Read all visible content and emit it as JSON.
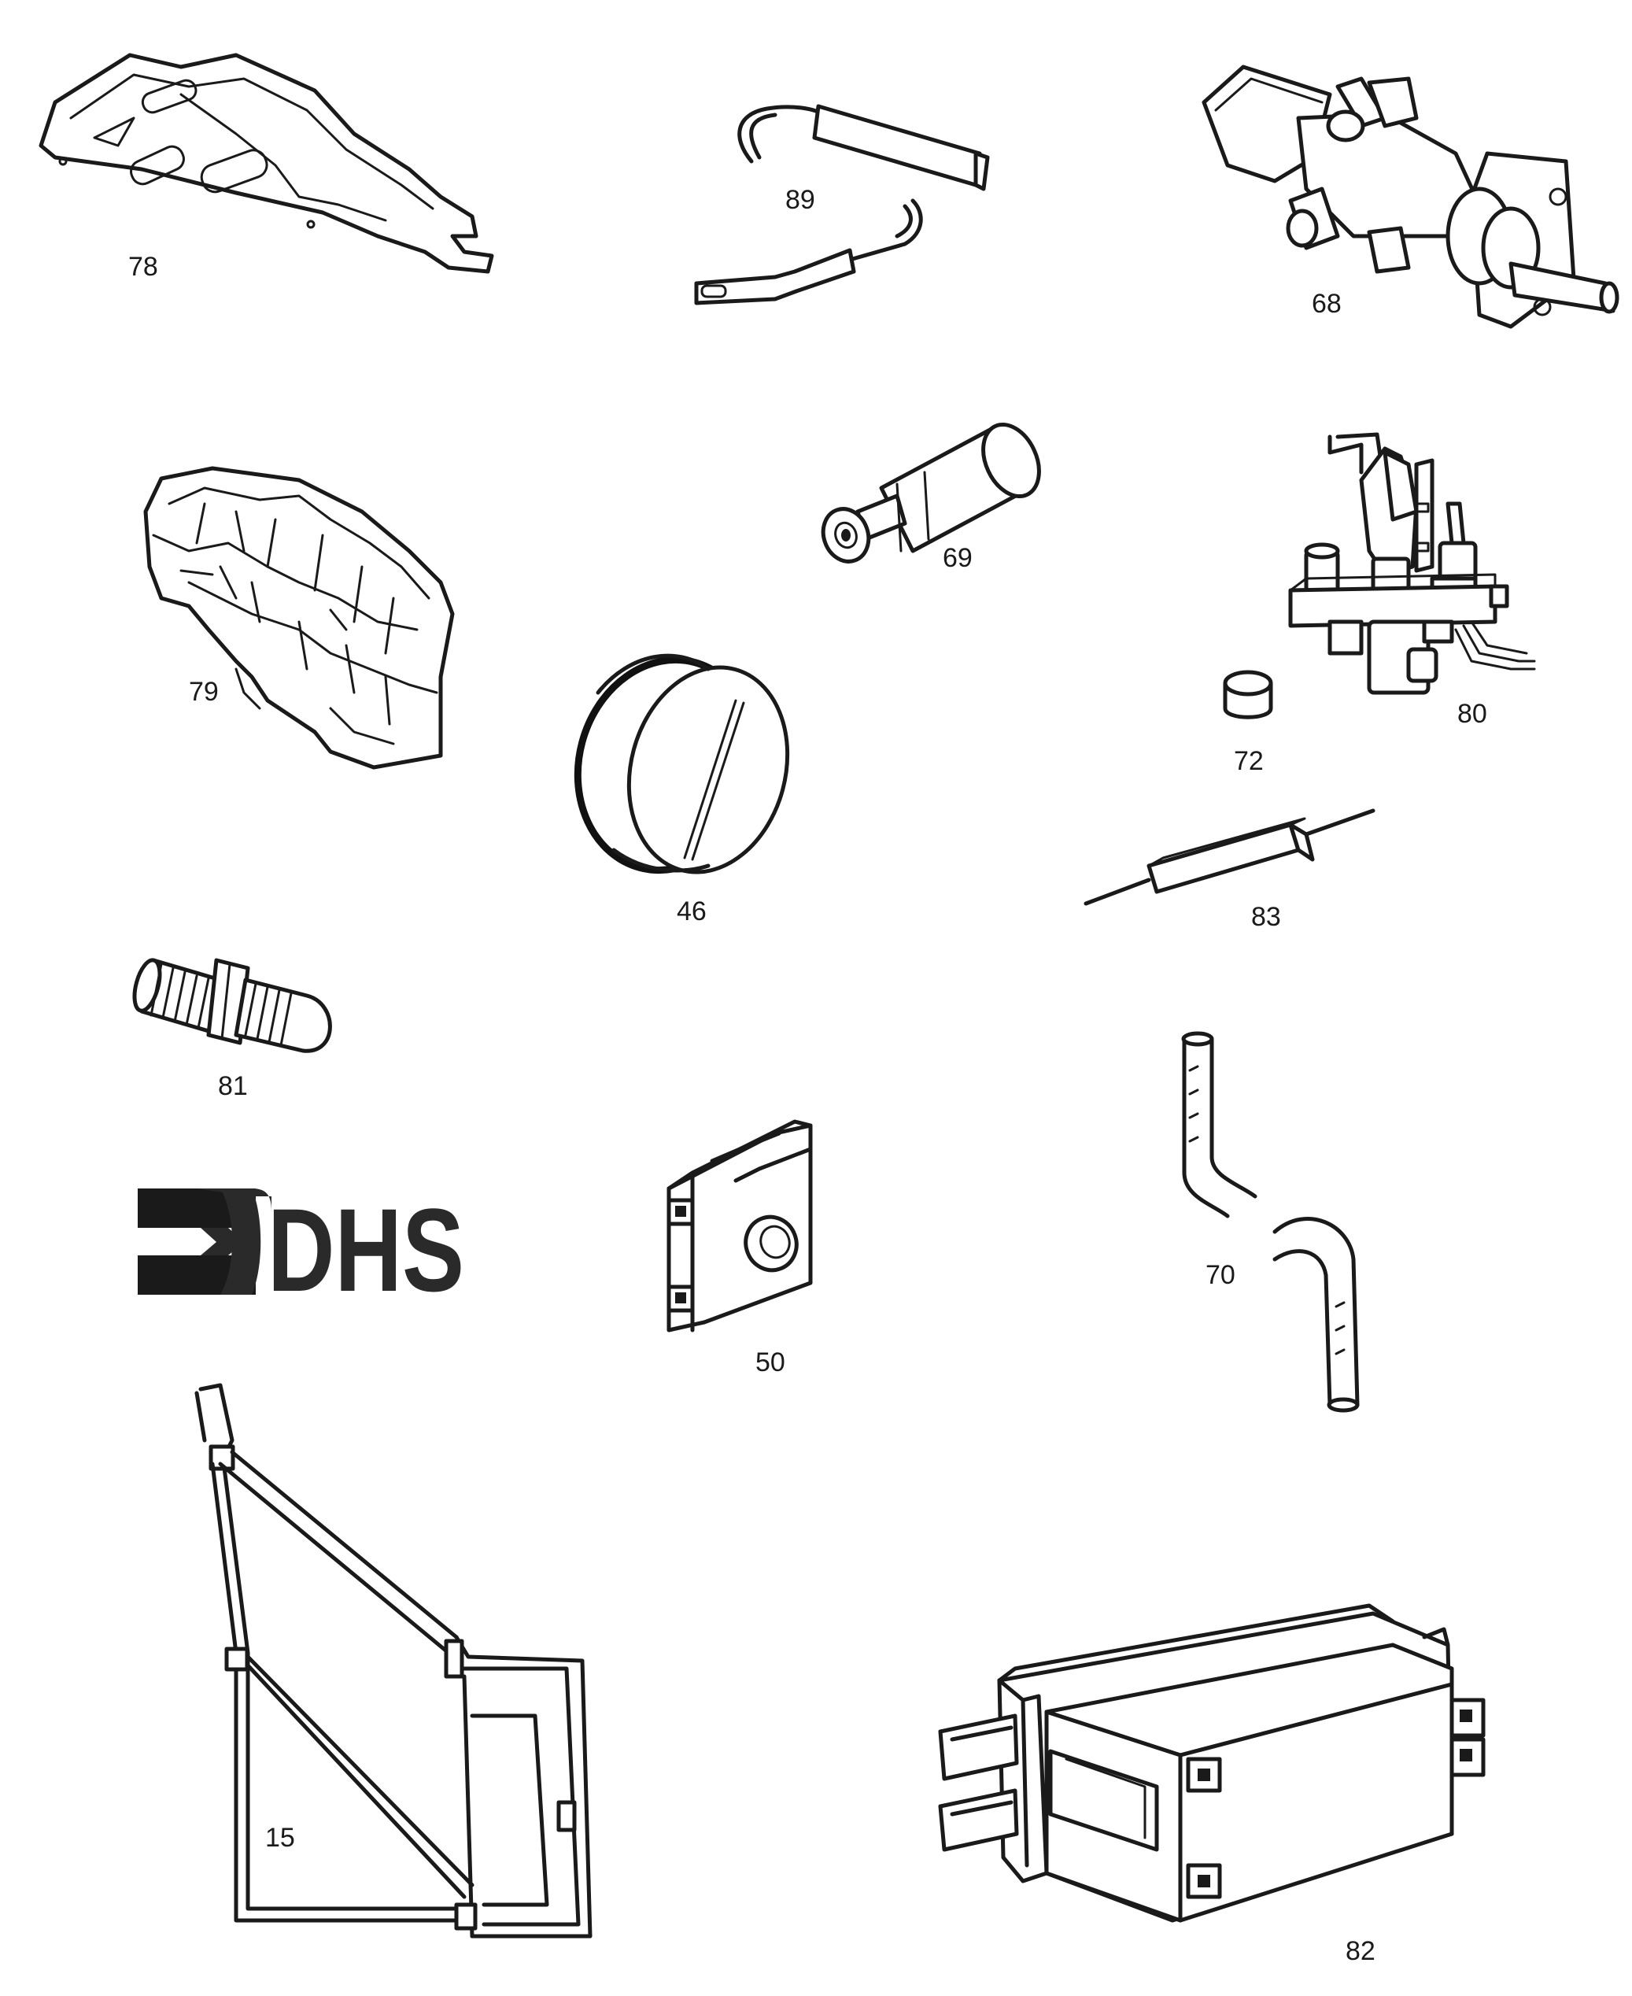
{
  "parts": [
    {
      "id": "part-78",
      "label": "78"
    },
    {
      "id": "part-89",
      "label": "89"
    },
    {
      "id": "part-68",
      "label": "68"
    },
    {
      "id": "part-79",
      "label": "79"
    },
    {
      "id": "part-69",
      "label": "69"
    },
    {
      "id": "part-80",
      "label": "80"
    },
    {
      "id": "part-72",
      "label": "72"
    },
    {
      "id": "part-46",
      "label": "46"
    },
    {
      "id": "part-83",
      "label": "83"
    },
    {
      "id": "part-81",
      "label": "81"
    },
    {
      "id": "part-50",
      "label": "50"
    },
    {
      "id": "part-70",
      "label": "70"
    },
    {
      "id": "part-15",
      "label": "15"
    },
    {
      "id": "part-82",
      "label": "82"
    }
  ],
  "logo": {
    "text": "DHS",
    "color": "#2a2a2a"
  },
  "colors": {
    "ink": "#1a1a1a",
    "background": "#ffffff"
  }
}
